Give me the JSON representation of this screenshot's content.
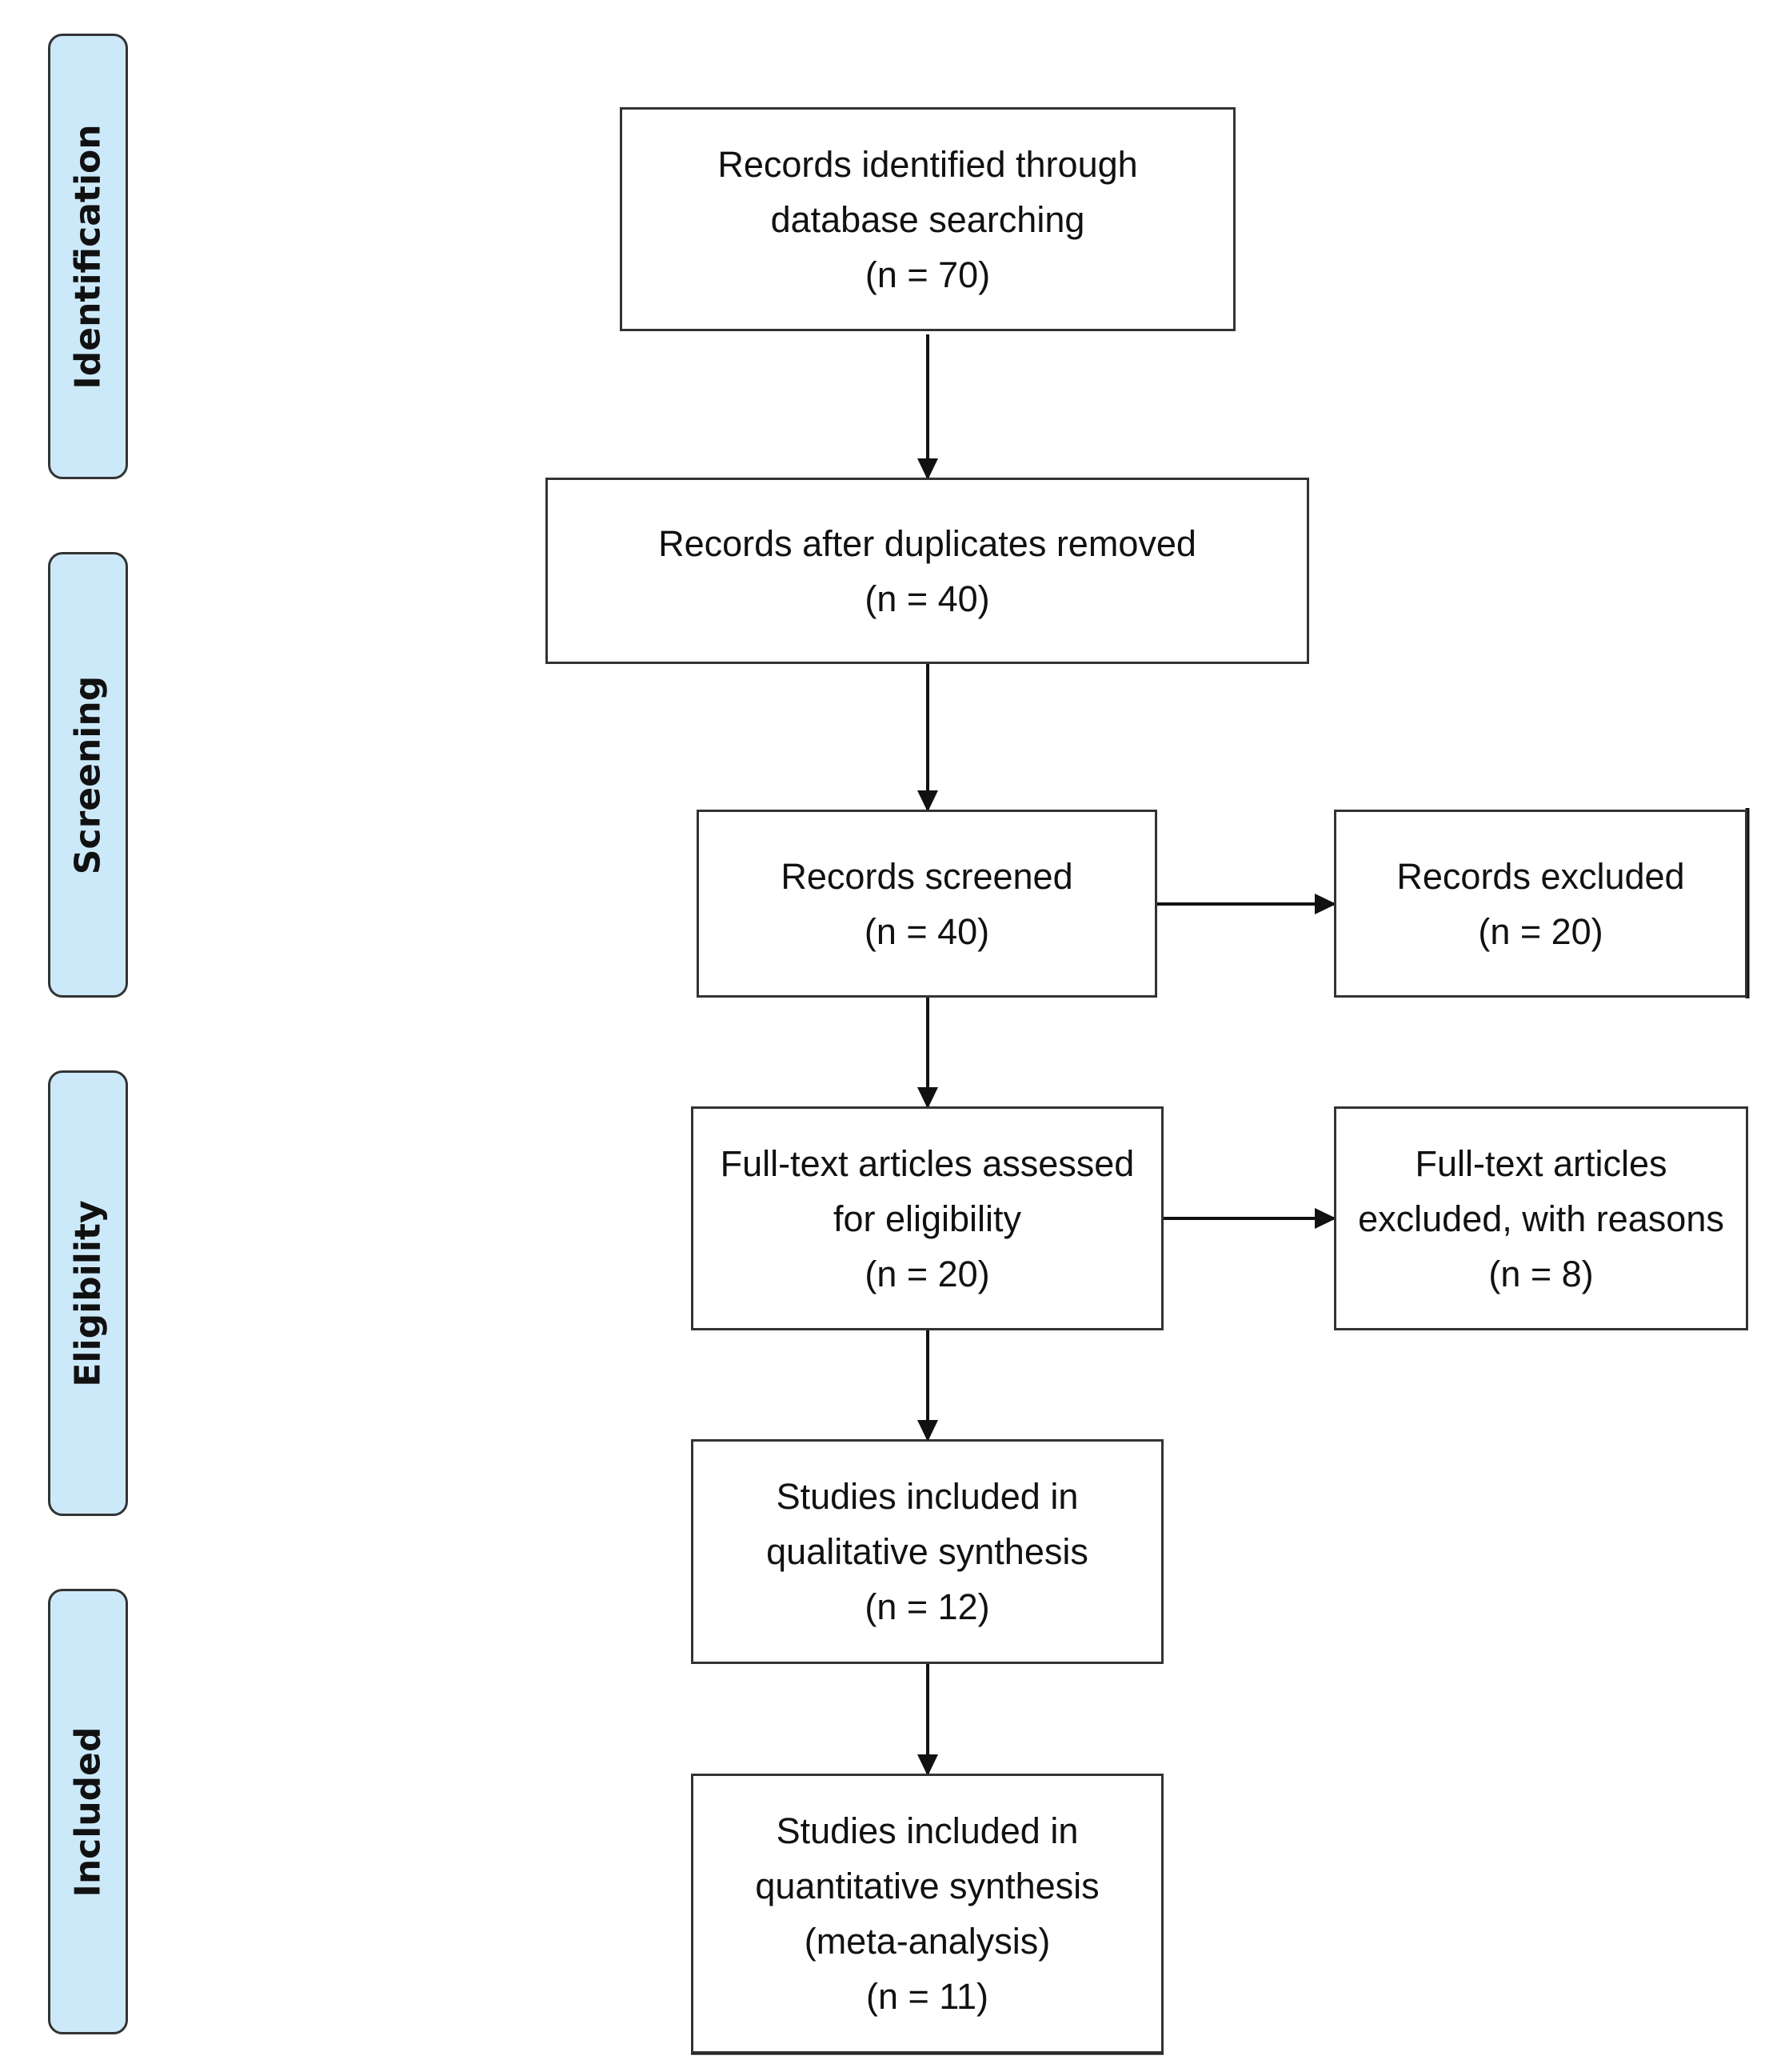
{
  "phases": {
    "identification": "Identification",
    "screening": "Screening",
    "eligibility": "Eligibility",
    "included": "Included"
  },
  "boxes": {
    "identified": {
      "line1": "Records identified through",
      "line2": "database searching",
      "count": "(n = 70)"
    },
    "after_duplicates": {
      "line1": "Records after duplicates removed",
      "count": "(n = 40)"
    },
    "screened": {
      "line1": "Records screened",
      "count": "(n = 40)"
    },
    "excluded": {
      "line1": "Records excluded",
      "count": "(n = 20)"
    },
    "fulltext_assessed": {
      "line1": "Full-text articles assessed",
      "line2": "for eligibility",
      "count": "(n = 20)"
    },
    "fulltext_excluded": {
      "line1": "Full-text articles",
      "line2": "excluded, with reasons",
      "count": "(n = 8)"
    },
    "qualitative": {
      "line1": "Studies included in",
      "line2": "qualitative synthesis",
      "count": "(n = 12)"
    },
    "quantitative": {
      "line1": "Studies included in",
      "line2": "quantitative synthesis",
      "line3": "(meta-analysis)",
      "count": "(n = 11)"
    }
  },
  "colors": {
    "phase_fill": "#cce9fa",
    "stroke": "#333333"
  }
}
